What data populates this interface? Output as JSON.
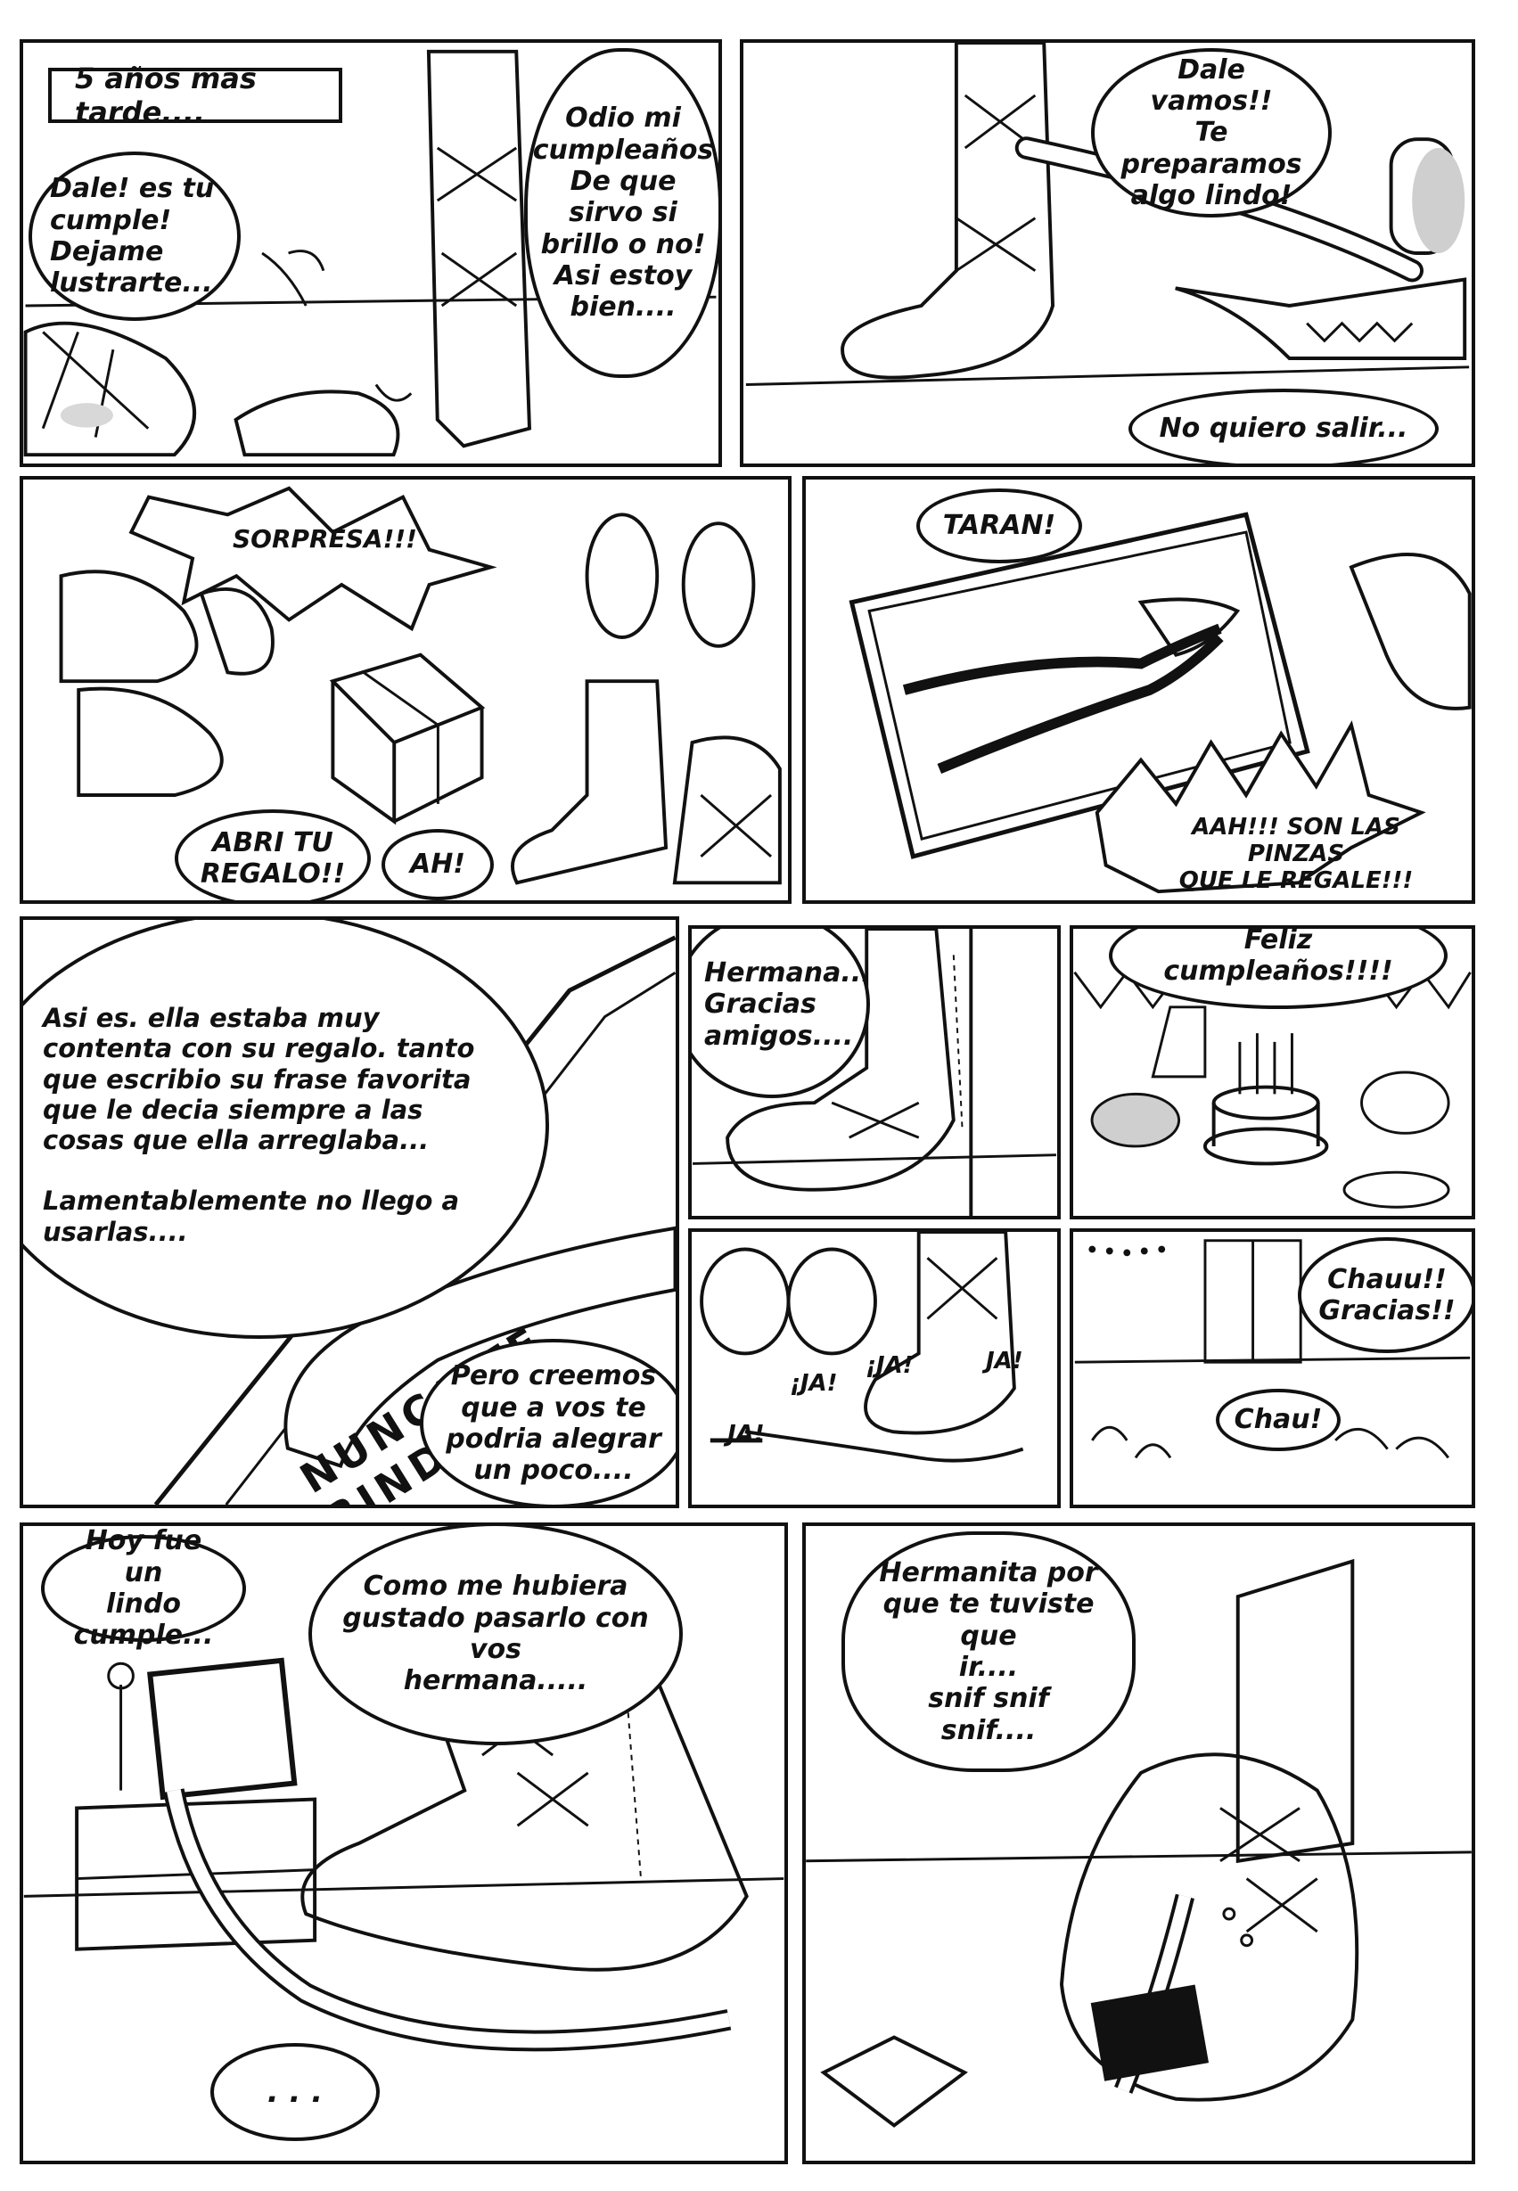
{
  "page": {
    "background": "#ffffff",
    "ink": "#111111"
  },
  "panel1": {
    "caption": "5 años mas tarde....",
    "bubble_left": "Dale! es tu\ncumple! Dejame\nlustrarte...",
    "bubble_right": "Odio mi\ncumpleaños\nDe que\nsirvo si\nbrillo o no!\nAsi estoy\nbien...."
  },
  "panel2": {
    "bubble_top": "Dale vamos!!\nTe preparamos\nalgo lindo!",
    "bubble_bottom": "No quiero salir..."
  },
  "panel3": {
    "shout": "SORPRESA!!!",
    "bubble_left": "ABRI TU\nREGALO!!",
    "bubble_right": "AH!"
  },
  "panel4": {
    "bubble_top": "TARAN!",
    "shout": "AAH!!! SON LAS PINZAS\nQUE LE REGALE!!!"
  },
  "panel5": {
    "bubble_narration": "Asi es. ella estaba muy\ncontenta con su regalo. tanto\nque escribio su frase favorita\nque le decia siempre a las\ncosas que ella arreglaba...\n\nLamentablemente no llego a\nusarlas....",
    "banner": "NUNCA TE RINDAS",
    "bubble_bottom": "Pero creemos\nque a vos te\npodria alegrar\nun poco...."
  },
  "panel6": {
    "bubble": "Hermana...\nGracias\namigos...."
  },
  "panel7": {
    "bubble": "Feliz cumpleaños!!!!"
  },
  "panel8": {
    "sfx": [
      "¡JA!",
      "¡JA!",
      "JA!",
      "JA!"
    ]
  },
  "panel9": {
    "bubble_top": "Chauu!!\nGracias!!",
    "bubble_bottom": "Chau!"
  },
  "panel10": {
    "bubble_left": "Hoy fue un\nlindo cumple...",
    "bubble_right": "Como me hubiera\ngustado pasarlo con vos\nhermana.....",
    "bubble_bottom": ". . ."
  },
  "panel11": {
    "bubble": "Hermanita por\nque te tuviste que\nir....\nsnif snif\nsnif...."
  }
}
